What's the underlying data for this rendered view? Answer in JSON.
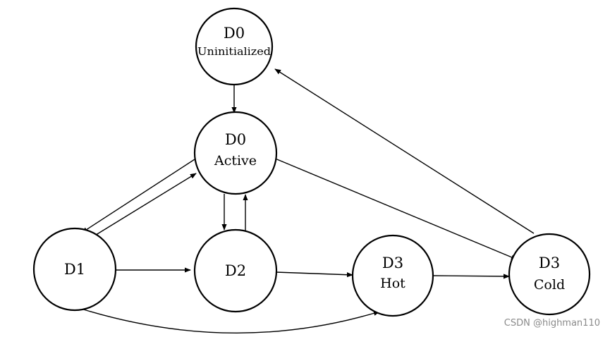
{
  "nodes": {
    "d0_uninit": {
      "line1": "D0",
      "line2": "Uninitialized"
    },
    "d0_active": {
      "line1": "D0",
      "line2": "Active"
    },
    "d1": {
      "line1": "D1"
    },
    "d2": {
      "line1": "D2"
    },
    "d3_hot": {
      "line1": "D3",
      "line2": "Hot"
    },
    "d3_cold": {
      "line1": "D3",
      "line2": "Cold"
    }
  },
  "edges": [
    {
      "from": "D0 Uninitialized",
      "to": "D0 Active"
    },
    {
      "from": "D0 Active",
      "to": "D1"
    },
    {
      "from": "D1",
      "to": "D0 Active"
    },
    {
      "from": "D0 Active",
      "to": "D2"
    },
    {
      "from": "D2",
      "to": "D0 Active"
    },
    {
      "from": "D0 Active",
      "to": "D3 Cold"
    },
    {
      "from": "D1",
      "to": "D2"
    },
    {
      "from": "D2",
      "to": "D3 Hot"
    },
    {
      "from": "D3 Hot",
      "to": "D3 Cold"
    },
    {
      "from": "D1",
      "to": "D3 Hot"
    },
    {
      "from": "D3 Cold",
      "to": "D0 Uninitialized"
    }
  ],
  "watermark": "CSDN @highman110",
  "colors": {
    "stroke": "#000000",
    "background": "#ffffff",
    "watermark": "#8a8a8a"
  }
}
